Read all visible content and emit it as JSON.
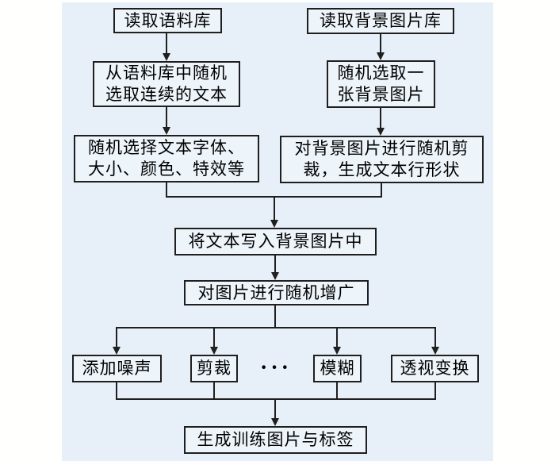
{
  "diagram": {
    "type": "flowchart",
    "nodes": {
      "read_corpus": {
        "label": "读取语料库"
      },
      "read_bg_library": {
        "label": "读取背景图片库"
      },
      "sample_text": {
        "label": "从语料库中随机\n选取连续的文本"
      },
      "pick_bg": {
        "label": "随机选取一\n张背景图片"
      },
      "text_style": {
        "label": "随机选择文本字体、\n大小、颜色、特效等"
      },
      "crop_bg": {
        "label": "对背景图片进行随机剪\n裁，生成文本行形状"
      },
      "write_text": {
        "label": "将文本写入背景图片中"
      },
      "augment": {
        "label": "对图片进行随机增广"
      },
      "noise": {
        "label": "添加噪声"
      },
      "crop": {
        "label": "剪裁"
      },
      "ellipsis": {
        "label": "···"
      },
      "blur": {
        "label": "模糊"
      },
      "perspective": {
        "label": "透视变换"
      },
      "output": {
        "label": "生成训练图片与标签"
      }
    },
    "edges": [
      "read_corpus -> sample_text",
      "read_bg_library -> pick_bg",
      "sample_text -> text_style",
      "pick_bg -> crop_bg",
      "text_style + crop_bg -> write_text",
      "write_text -> augment",
      "augment -> noise | crop | blur | perspective",
      "noise + crop + blur + perspective -> output"
    ],
    "colors": {
      "canvas": "#fffffe",
      "panel_background": "#e7f0f8",
      "node_fill": "#edf4fa",
      "line": "#1f1f1f",
      "text": "#000000"
    }
  }
}
